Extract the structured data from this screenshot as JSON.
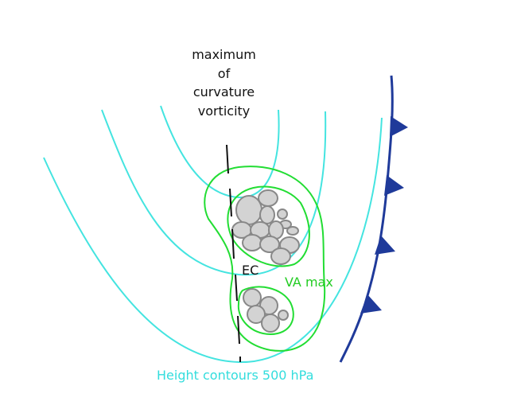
{
  "labels": {
    "title_lines": [
      "maximum",
      "of",
      "curvature",
      "vorticity"
    ],
    "ec": "EC",
    "va_max": "VA max",
    "height_contours": "Height contours 500 hPa"
  },
  "colors": {
    "height_contour": "#44e4e0",
    "va_contour": "#22dd33",
    "front": "#1f3a9a",
    "cloud_fill": "#d3d3d3",
    "cloud_stroke": "#888888",
    "axis_line": "#111111"
  }
}
